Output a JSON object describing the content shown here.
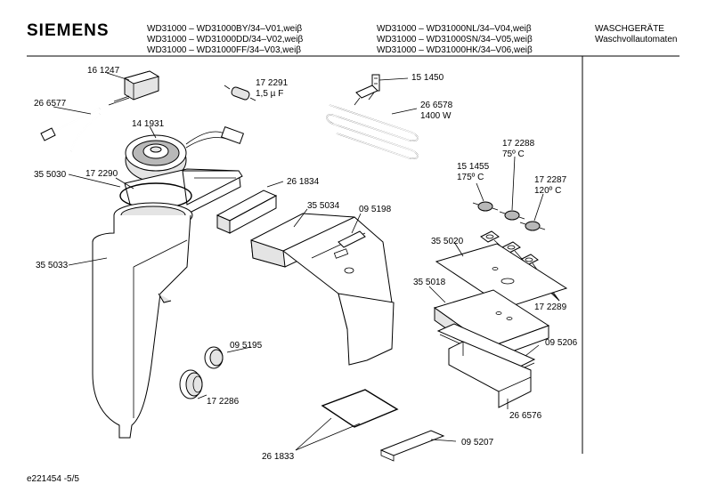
{
  "header": {
    "brand": "SIEMENS",
    "models_left": [
      "WD31000 – WD31000BY/34–V01,weiβ",
      "WD31000 – WD31000DD/34–V02,weiβ",
      "WD31000 – WD31000FF/34–V03,weiβ"
    ],
    "models_right": [
      "WD31000 – WD31000NL/34–V04,weiβ",
      "WD31000 – WD31000SN/34–V05,weiβ",
      "WD31000 – WD31000HK/34–V06,weiβ"
    ],
    "category": [
      "WASCHGERÄTE",
      "Waschvollautomaten"
    ]
  },
  "parts": {
    "p161247": "16 1247",
    "p266577": "26 6577",
    "p172291": "17 2291",
    "p172291_spec": "1,5 µ F",
    "p141931": "14 1931",
    "p151450": "15 1450",
    "p266578": "26 6578",
    "p266578_spec": "1400 W",
    "p355030": "35 5030",
    "p172290": "17 2290",
    "p261834": "26 1834",
    "p172288": "17 2288",
    "p172288_spec": "75º C",
    "p151455": "15 1455",
    "p151455_spec": "175º C",
    "p172287": "17 2287",
    "p172287_spec": "120º C",
    "p355034": "35 5034",
    "p095198": "09 5198",
    "p355020": "35 5020",
    "p355033": "35 5033",
    "p355018": "35 5018",
    "p172289": "17 2289",
    "p095195": "09 5195",
    "p095206": "09 5206",
    "p172286": "17 2286",
    "p266576": "26 6576",
    "p261833": "26 1833",
    "p095207": "09 5207"
  },
  "footer": {
    "code": "e221454  -5/5"
  }
}
